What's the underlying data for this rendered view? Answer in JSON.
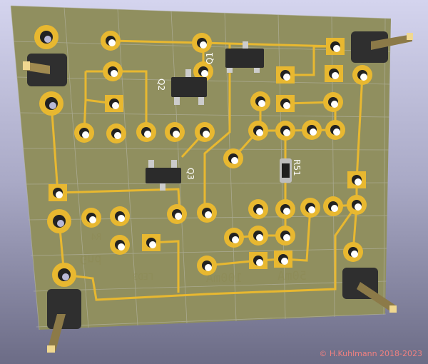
{
  "board": {
    "labels": {
      "q1": "Q1",
      "q2": "Q2",
      "q3": "Q3",
      "r51": "R51"
    },
    "back_side_labels": {
      "gnd": "Gnd",
      "r4": "R4",
      "led3": "LED3",
      "ma100": "100mA",
      "ma50": "50mA"
    },
    "colors": {
      "board": "#8f8e5e",
      "copper": "#e8b830",
      "component": "#2b2b2b",
      "silkscreen": "#ffffff"
    }
  },
  "copyright": "© H.Kuhlmann 2018-2023"
}
